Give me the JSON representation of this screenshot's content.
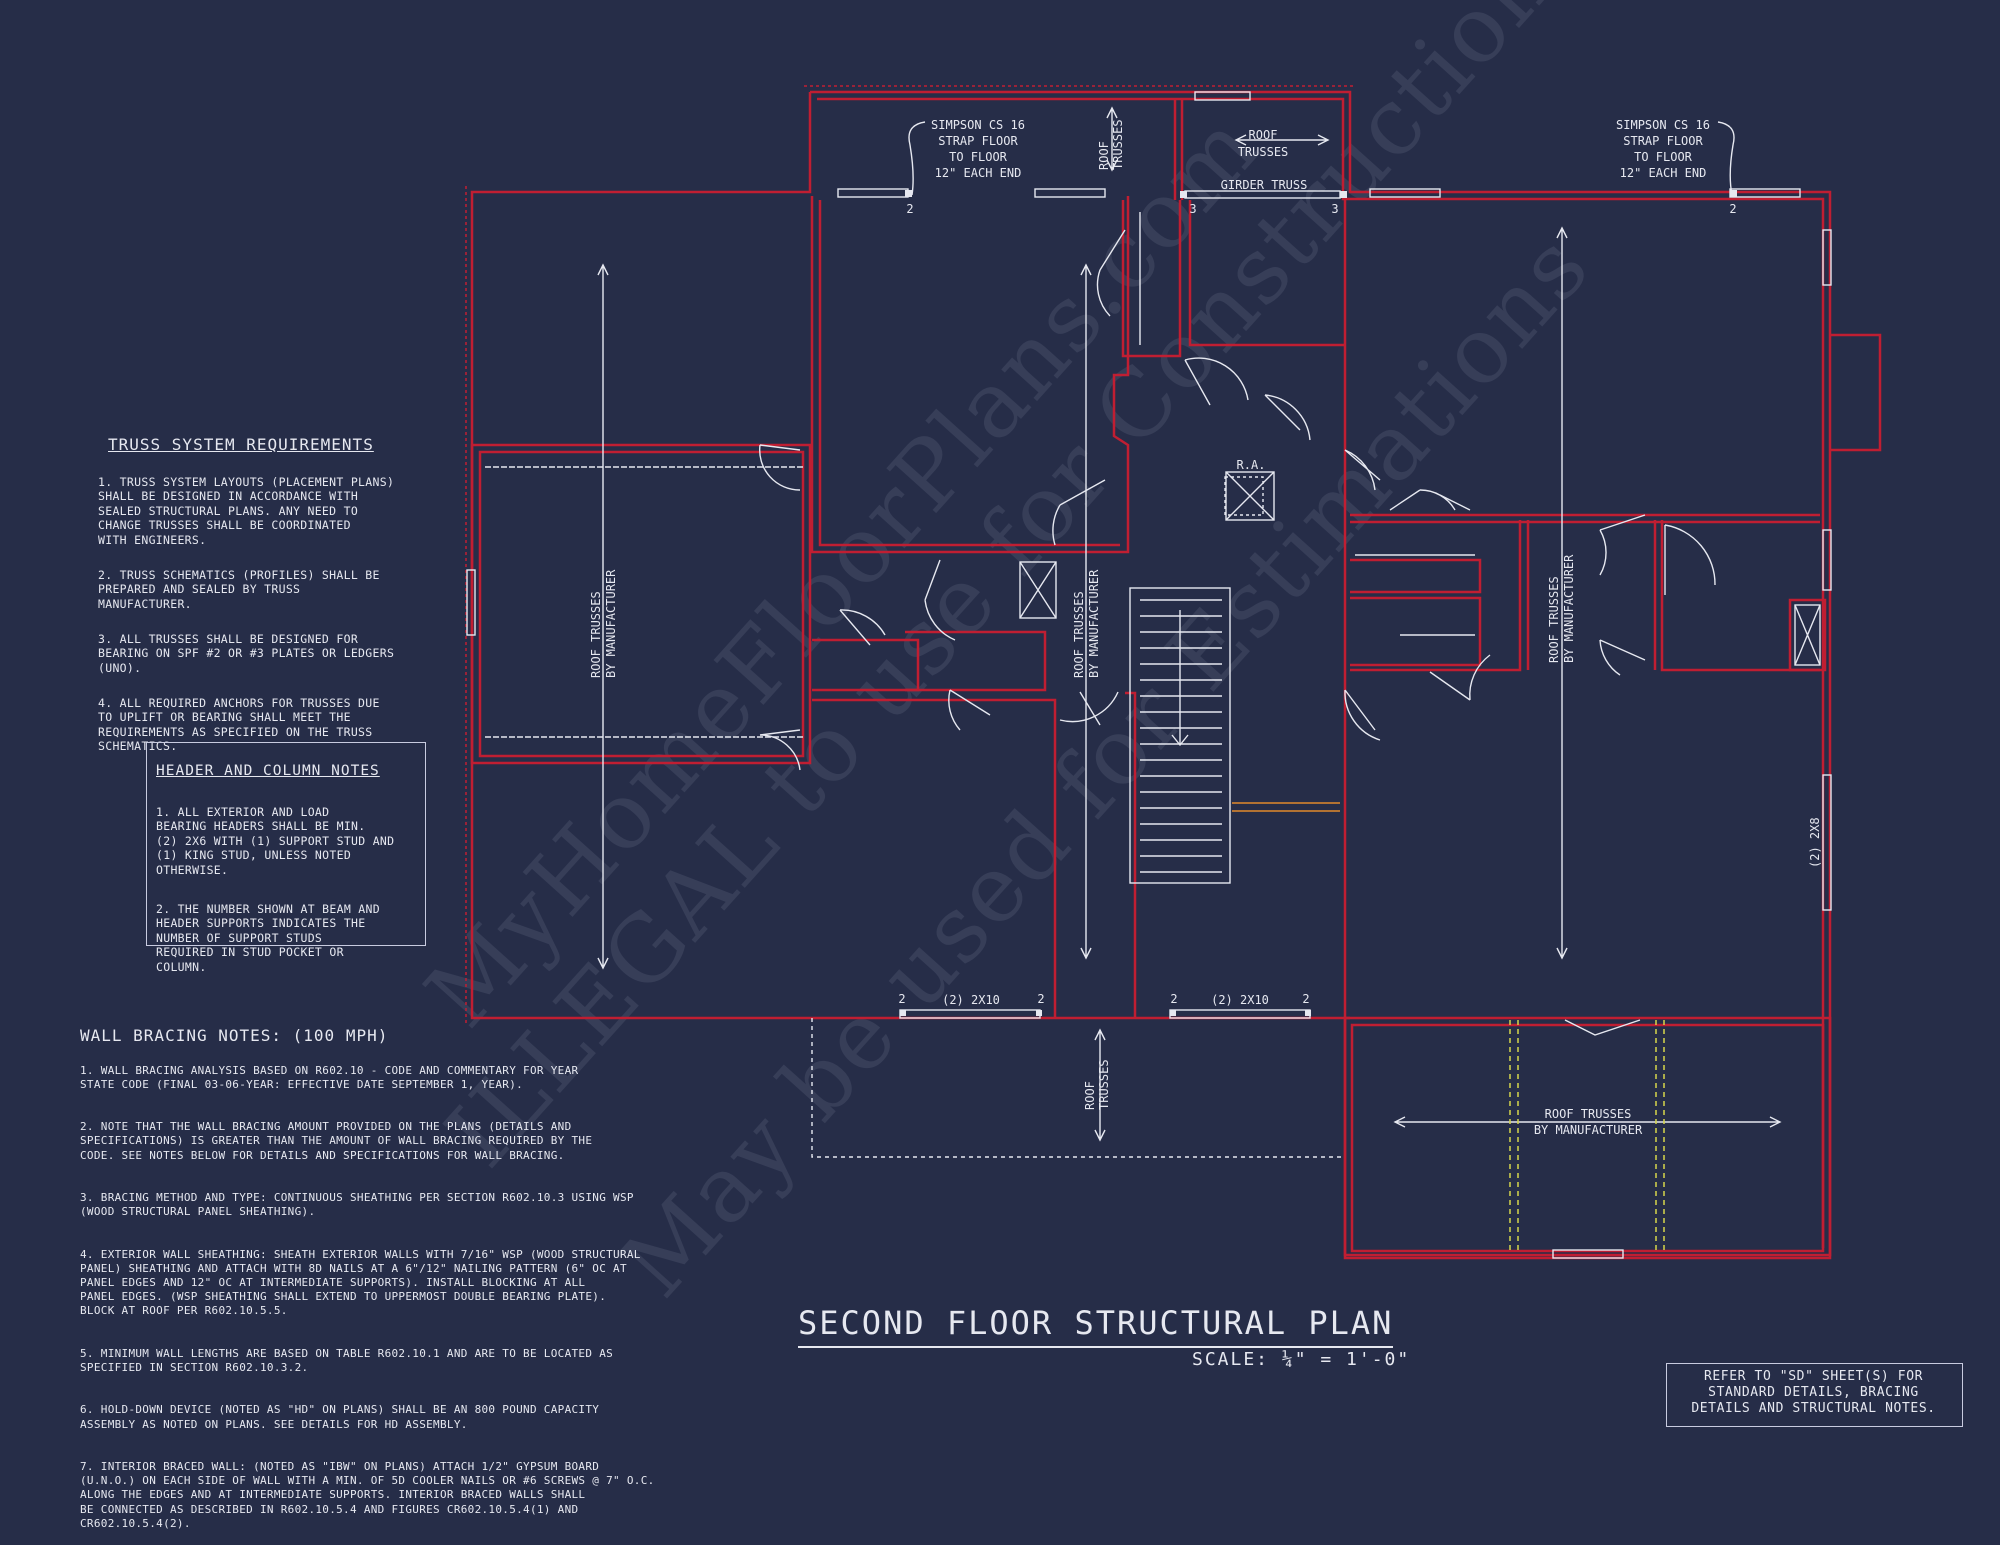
{
  "sheet": {
    "title": "SECOND FLOOR STRUCTURAL PLAN",
    "scale": "SCALE: ¼\" = 1'-0\"",
    "refer_note": "REFER TO \"SD\" SHEET(S) FOR\nSTANDARD DETAILS, BRACING\nDETAILS AND STRUCTURAL NOTES."
  },
  "watermark": {
    "line1": "MyHomeFloorPlans.com",
    "line2": "ILLEGAL to use for Construction",
    "line3": "May be used for Estimations"
  },
  "truss_notes": {
    "heading": "TRUSS SYSTEM REQUIREMENTS",
    "items": [
      "1. TRUSS SYSTEM LAYOUTS (PLACEMENT PLANS)\nSHALL BE DESIGNED IN ACCORDANCE WITH\nSEALED STRUCTURAL PLANS. ANY NEED TO\nCHANGE TRUSSES SHALL BE COORDINATED\nWITH ENGINEERS.",
      "2. TRUSS SCHEMATICS (PROFILES) SHALL BE\nPREPARED AND SEALED BY TRUSS\nMANUFACTURER.",
      "3. ALL TRUSSES SHALL BE DESIGNED FOR\nBEARING ON SPF #2 OR #3 PLATES OR LEDGERS\n(UNO).",
      "4. ALL REQUIRED ANCHORS FOR TRUSSES DUE\nTO UPLIFT OR BEARING SHALL MEET THE\nREQUIREMENTS AS SPECIFIED ON THE TRUSS\nSCHEMATICS."
    ]
  },
  "header_notes": {
    "heading": "HEADER AND COLUMN NOTES",
    "items": [
      "1. ALL EXTERIOR AND LOAD\nBEARING HEADERS SHALL BE MIN.\n(2) 2x6 WITH (1) SUPPORT STUD AND\n(1) KING STUD, UNLESS NOTED\nOTHERWISE.",
      "2. THE NUMBER SHOWN AT BEAM AND\nHEADER SUPPORTS INDICATES THE\nNUMBER OF SUPPORT STUDS\nREQUIRED IN STUD POCKET OR\nCOLUMN."
    ]
  },
  "bracing_notes": {
    "heading": "WALL BRACING NOTES: (100 MPH)",
    "items": [
      "1. WALL BRACING ANALYSIS BASED ON R602.10 - CODE AND COMMENTARY FOR YEAR\nSTATE CODE (FINAL 03-06-YEAR: EFFECTIVE DATE SEPTEMBER 1, YEAR).",
      "2. NOTE THAT THE WALL BRACING AMOUNT PROVIDED ON THE PLANS (DETAILS AND\nSPECIFICATIONS) IS GREATER THAN THE AMOUNT OF WALL BRACING REQUIRED BY THE\nCODE. SEE NOTES BELOW FOR DETAILS AND SPECIFICATIONS FOR WALL BRACING.",
      "3. BRACING METHOD AND TYPE: CONTINUOUS SHEATHING PER SECTION R602.10.3 USING WSP\n(WOOD STRUCTURAL PANEL SHEATHING).",
      "4. EXTERIOR WALL SHEATHING: SHEATH EXTERIOR WALLS WITH 7/16\" WSP (WOOD STRUCTURAL\nPANEL) SHEATHING AND ATTACH WITH 8d NAILS AT A 6\"/12\" NAILING PATTERN (6\" OC AT\nPANEL EDGES AND 12\" OC AT INTERMEDIATE SUPPORTS). INSTALL BLOCKING AT ALL\nPANEL EDGES. (WSP SHEATHING SHALL EXTEND TO UPPERMOST DOUBLE BEARING PLATE).\nBLOCK AT ROOF PER R602.10.5.5.",
      "5. MINIMUM WALL LENGTHS ARE BASED ON TABLE R602.10.1 AND ARE TO BE LOCATED AS\nSPECIFIED IN SECTION R602.10.3.2.",
      "6. HOLD-DOWN DEVICE (NOTED AS \"HD\" ON PLANS) SHALL BE AN 800 POUND CAPACITY\nASSEMBLY AS NOTED ON PLANS. SEE DETAILS FOR HD ASSEMBLY.",
      "7. INTERIOR BRACED WALL: (NOTED AS \"IBW\" ON PLANS) ATTACH 1/2\" GYPSUM BOARD\n(U.N.O.) ON EACH SIDE OF WALL WITH A MIN. OF 5d COOLER NAILS OR #6 SCREWS @ 7\" O.C.\nALONG THE EDGES AND AT INTERMEDIATE SUPPORTS. INTERIOR BRACED WALLS SHALL\nBE CONNECTED AS DESCRIBED IN R602.10.5.4 AND FIGURES CR602.10.5.4(1) AND\nCR602.10.5.4(2)."
    ]
  },
  "plan_labels": {
    "strap_l": [
      "SIMPSON CS 16",
      "STRAP FLOOR",
      "TO FLOOR",
      "12\" EACH END"
    ],
    "strap_r": [
      "SIMPSON CS 16",
      "STRAP FLOOR",
      "TO FLOOR",
      "12\" EACH END"
    ],
    "roof_trusses_top": [
      "ROOF",
      "TRUSSES"
    ],
    "roof_trusses_horiz": [
      "ROOF",
      "TRUSSES"
    ],
    "girder_truss": "GIRDER TRUSS",
    "roof_by_mfr": [
      "ROOF TRUSSES",
      "BY MANUFACTURER"
    ],
    "ra": "R.A.",
    "header_2x10": "(2) 2x10",
    "header_2x8": "(2) 2x8",
    "stud_2": "2",
    "stud_3": "3"
  },
  "colors": {
    "background": "#262d48",
    "wall": "#c01e32",
    "linework": "#e6e8f0",
    "accent_orange": "#e08a2a",
    "accent_yellow": "#d6d64a"
  }
}
